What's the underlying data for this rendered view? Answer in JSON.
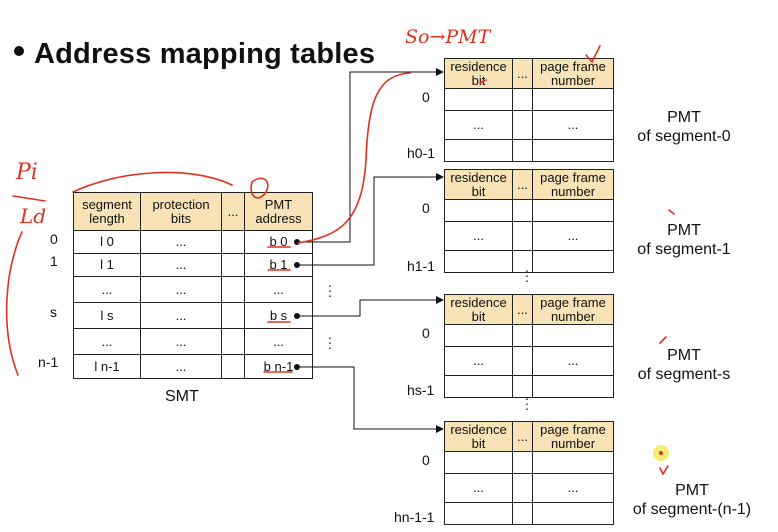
{
  "title": "Address mapping tables",
  "smt": {
    "headers": [
      "segment length",
      "protection bits",
      "...",
      "PMT address"
    ],
    "rows": [
      {
        "label": "0",
        "length": "l 0",
        "prot": "...",
        "dots": "",
        "addr": "b 0"
      },
      {
        "label": "1",
        "length": "l 1",
        "prot": "...",
        "dots": "",
        "addr": "b 1"
      },
      {
        "label": "",
        "length": "...",
        "prot": "...",
        "dots": "",
        "addr": "..."
      },
      {
        "label": "s",
        "length": "l s",
        "prot": "...",
        "dots": "",
        "addr": "b s"
      },
      {
        "label": "",
        "length": "...",
        "prot": "...",
        "dots": "",
        "addr": "..."
      },
      {
        "label": "n-1",
        "length": "l n-1",
        "prot": "...",
        "dots": "",
        "addr": "b n-1"
      }
    ],
    "caption": "SMT"
  },
  "pmt": {
    "headers": [
      "residence bit",
      "...",
      "page frame number"
    ],
    "ellipsis": "...",
    "tables": [
      {
        "first_row": "0",
        "last_row": "h0-1",
        "caption_1": "PMT",
        "caption_2": "of segment-0"
      },
      {
        "first_row": "0",
        "last_row": "h1-1",
        "caption_1": "PMT",
        "caption_2": "of segment-1"
      },
      {
        "first_row": "0",
        "last_row": "hs-1",
        "caption_1": "PMT",
        "caption_2": "of segment-s"
      },
      {
        "first_row": "0",
        "last_row": "hn-1-1",
        "caption_1": "PMT",
        "caption_2": "of segment-(n-1)"
      }
    ]
  },
  "annotations": {
    "handwritten_top": "So→PMT",
    "handwritten_left_top": "Pi",
    "handwritten_left_bottom": "Ld"
  },
  "colors": {
    "header_fill": "#f7e3b5",
    "ink_red": "#e0301e",
    "highlight": "#f2e23a"
  }
}
